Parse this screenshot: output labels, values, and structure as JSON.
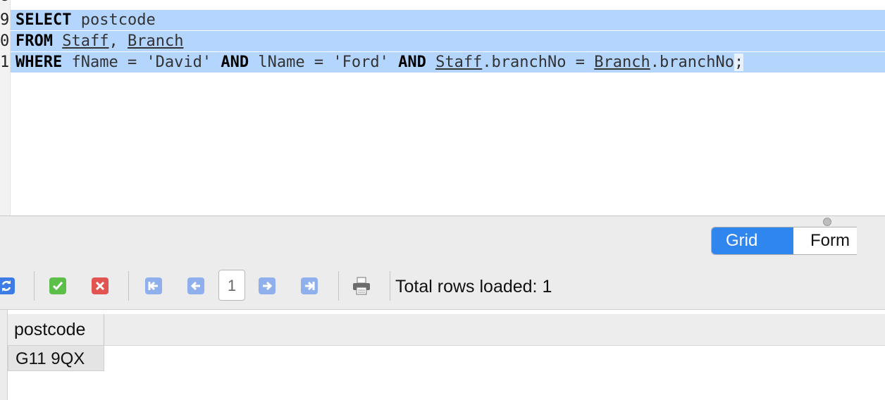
{
  "editor": {
    "line_numbers": [
      "8",
      "9",
      "0",
      "1"
    ],
    "lines": [
      {
        "tokens": [
          {
            "text": "SELECT",
            "kind": "kw"
          },
          {
            "text": " postcode",
            "kind": "plain"
          }
        ]
      },
      {
        "tokens": [
          {
            "text": "FROM",
            "kind": "kw"
          },
          {
            "text": " ",
            "kind": "plain"
          },
          {
            "text": "Staff",
            "kind": "tbl"
          },
          {
            "text": ", ",
            "kind": "plain"
          },
          {
            "text": "Branch",
            "kind": "tbl"
          }
        ]
      },
      {
        "tokens": [
          {
            "text": "WHERE",
            "kind": "kw"
          },
          {
            "text": " fName = 'David' ",
            "kind": "plain"
          },
          {
            "text": "AND",
            "kind": "kw"
          },
          {
            "text": " lName = 'Ford' ",
            "kind": "plain"
          },
          {
            "text": "AND",
            "kind": "kw"
          },
          {
            "text": " ",
            "kind": "plain"
          },
          {
            "text": "Staff",
            "kind": "tbl"
          },
          {
            "text": ".branchNo = ",
            "kind": "plain"
          },
          {
            "text": "Branch",
            "kind": "tbl"
          },
          {
            "text": ".branchNo",
            "kind": "plain"
          },
          {
            "text": ";",
            "kind": "tail"
          }
        ]
      }
    ]
  },
  "view_switch": {
    "grid_view_label": "Grid view",
    "form_view_label": "Form"
  },
  "toolbar": {
    "page_number": "1",
    "total_rows_text": "Total rows loaded: 1"
  },
  "results": {
    "columns": [
      "postcode"
    ],
    "rows": [
      [
        "G11 9QX"
      ]
    ]
  },
  "colors": {
    "selection": "#b4d5fe",
    "active_segment": "#2f86ee",
    "commit_green": "#5cbf4a",
    "rollback_red": "#e2544f",
    "nav_blue": "#5f8fe4"
  }
}
